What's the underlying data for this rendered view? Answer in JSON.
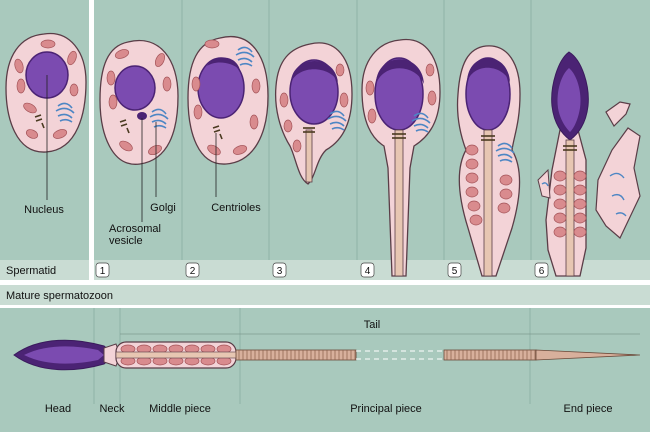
{
  "labels": {
    "nucleus": "Nucleus",
    "golgi": "Golgi",
    "acrosomal_1": "Acrosomal",
    "acrosomal_2": "vesicle",
    "centrioles": "Centrioles",
    "tail": "Tail"
  },
  "stages": {
    "spermatid": "Spermatid",
    "numbers": [
      "1",
      "2",
      "3",
      "4",
      "5",
      "6"
    ]
  },
  "mature_title": "Mature spermatozoon",
  "regions": {
    "head": "Head",
    "neck": "Neck",
    "middle": "Middle piece",
    "principal": "Principal piece",
    "end": "End piece"
  },
  "colors": {
    "panel": "#a9c9bd",
    "band": "#c9dcd3",
    "cytoplasm": "#f3d3d7",
    "outline": "#5a3d47",
    "nucleus": "#7b4bb0",
    "nucleus_dark": "#4b2374",
    "mitochondria": "#d98b8e",
    "golgi": "#4d86c4",
    "tail": "#d8b09c"
  }
}
